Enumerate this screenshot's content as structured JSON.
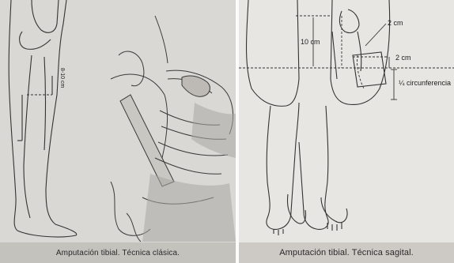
{
  "left_figure": {
    "caption": "Amputación tibial. Técnica clásica.",
    "measure_label": "8-10 cm"
  },
  "right_figure": {
    "caption": "Amputación tibial. Técnica sagital.",
    "labels": {
      "top_offset": "10 cm",
      "upper_2cm": "2 cm",
      "lower_2cm": "2 cm",
      "quarter_circ": "¼ circunferencia"
    }
  }
}
